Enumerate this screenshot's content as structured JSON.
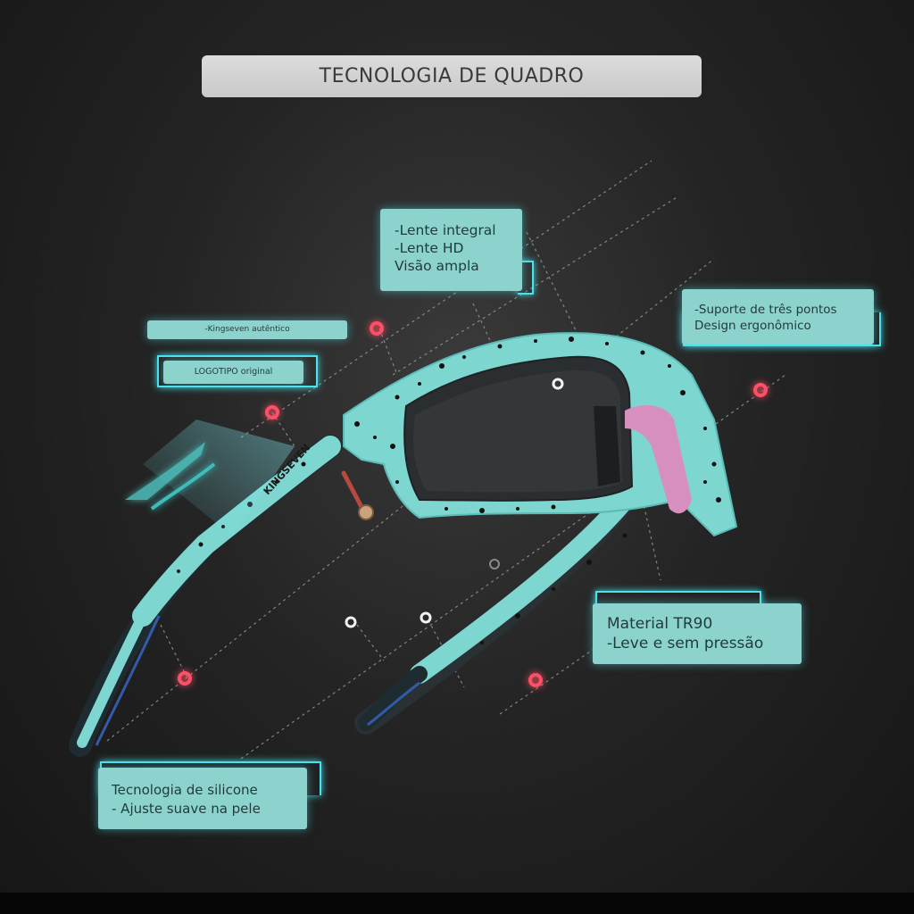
{
  "header": {
    "title": "TECNOLOGIA DE QUADRO"
  },
  "callouts": {
    "lens": {
      "lines": [
        "-Lente integral",
        "-Lente HD",
        "Visão ampla"
      ]
    },
    "support": {
      "lines": [
        "-Suporte de três pontos",
        "Design ergonômico"
      ]
    },
    "brand": {
      "line1": "-Kingseven autêntico",
      "line2": "LOGOTIPO original"
    },
    "material": {
      "lines": [
        "Material TR90",
        "-Leve e sem pressão"
      ]
    },
    "silicone": {
      "lines": [
        "Tecnologia de silicone",
        "- Ajuste suave na pele"
      ]
    }
  },
  "product": {
    "temple_logo_text": "KINGSEVEN"
  },
  "colors": {
    "frame": "#7ed6d0",
    "frame_dark": "#4fb2ad",
    "nose_pad": "#d78fc0",
    "callout_bg": "#8dd3cd",
    "callout_text": "#1f3b3c",
    "accent_glow": "#49e2ef",
    "marker_red": "#ff4f66"
  },
  "icons": [
    "red-marker-icon",
    "white-marker-icon",
    "screw-icon"
  ]
}
